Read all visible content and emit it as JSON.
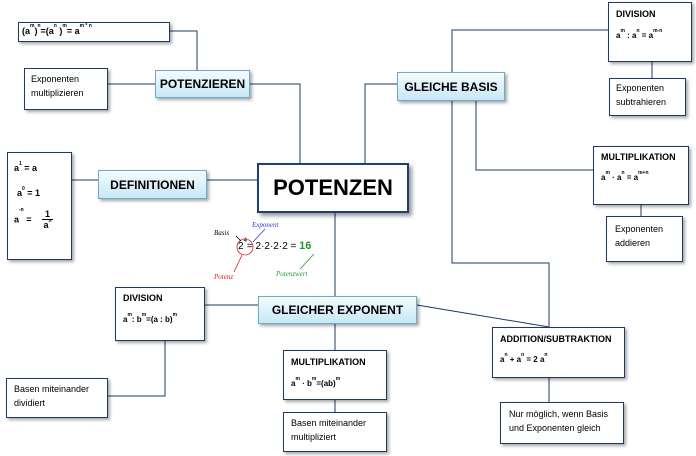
{
  "center": "POTENZEN",
  "potenzieren": {
    "label": "POTENZIEREN",
    "formula_a": "(a",
    "formula_m": "m",
    "formula_b": ")",
    "formula_n": "n",
    "formula_c": "=(a",
    "formula_n2": "n",
    "formula_d": " )",
    "formula_m2": "m",
    "formula_e": "= a",
    "formula_mn": "m * n",
    "rule": "Exponenten multiplizieren"
  },
  "definitionen": {
    "label": "DEFINITIONEN",
    "d1_base": "a",
    "d1_exp": "1",
    "d1_rest": " = a",
    "d2_base": "a",
    "d2_exp": "0",
    "d2_rest": " = 1",
    "d3_base": "a",
    "d3_exp": "-n",
    "d3_rest": " =",
    "d3_num": "1",
    "d3_den_base": "a",
    "d3_den_exp": "n"
  },
  "gleiche_basis": {
    "label": "GLEICHE BASIS",
    "division": {
      "title": "DIVISION",
      "f1": "a",
      "e1": "m",
      "op": " : a",
      "e2": "n",
      "eq": " = a",
      "e3": "m-n",
      "rule": "Exponenten subtrahieren"
    },
    "multiplikation": {
      "title": "MULTIPLIKATION",
      "f1": "a",
      "e1": "m",
      "op": " · a",
      "e2": "n",
      "eq": " = a",
      "e3": "m+n",
      "rule": "Exponenten addieren"
    },
    "addition": {
      "title": "ADDITION/SUBTRAKTION",
      "f1": "a",
      "e1": "n",
      "op": " + a",
      "e2": "n",
      "eq": " = 2 a",
      "e3": "n",
      "rule": "Nur möglich, wenn  Basis und Exponenten gleich"
    }
  },
  "gleicher_exponent": {
    "label": "GLEICHER EXPONENT",
    "division": {
      "title": "DIVISION",
      "f1": "a",
      "e1": "m",
      "op": ": b",
      "e2": "m",
      "eq": "=(a : b)",
      "e3": "m",
      "rule": "Basen miteinander dividiert"
    },
    "multiplikation": {
      "title": "MULTIPLIKATION",
      "f1": "a",
      "e1": "m",
      "op": " · b",
      "e2": "m",
      "eq": "=(ab)",
      "e3": "m",
      "rule": "Basen miteinander multipliziert"
    }
  },
  "example": {
    "base": "2",
    "exp": "4",
    "expr": "= 2·2·2·2 = ",
    "result": "16",
    "basis": "Basis",
    "exponent": "Exponent",
    "potenz": "Potenz",
    "potenzwert": "Potenzwert",
    "color_exponent": "#2b3bd6",
    "color_potenz": "#d62020",
    "color_potenzwert": "#1f9a2e"
  }
}
